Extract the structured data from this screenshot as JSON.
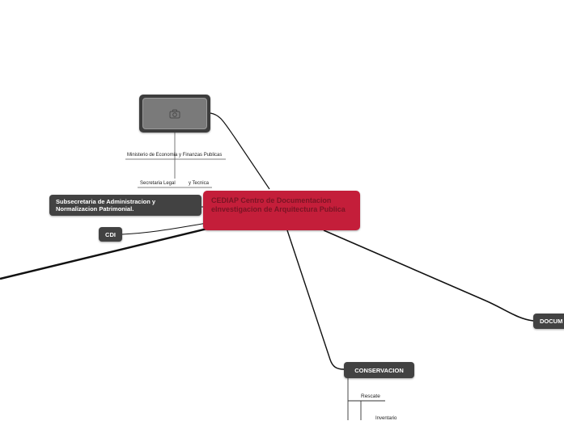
{
  "central": {
    "label": "CEDIAP Centro de Documentacion eInvestigacion de Arquitectura Publica"
  },
  "image_topic": {
    "icon": "camera-icon"
  },
  "labels": {
    "ministerio": "Ministerio de Economia y Finanzas Publicas",
    "secretaria": "Secretaria Legal",
    "y_tecnica": "y Tecnica",
    "rescate": "Rescate",
    "inventario": "Inventario"
  },
  "topics": {
    "subsecretaria": "Subsecretaria de Administracion y Normalizacion Patrimonial.",
    "cdi": "CDI",
    "conservacion": "CONSERVACION",
    "documentacion": "DOCUM"
  },
  "colors": {
    "central": "#c41e3a",
    "topic": "#424242",
    "line": "#111111"
  }
}
